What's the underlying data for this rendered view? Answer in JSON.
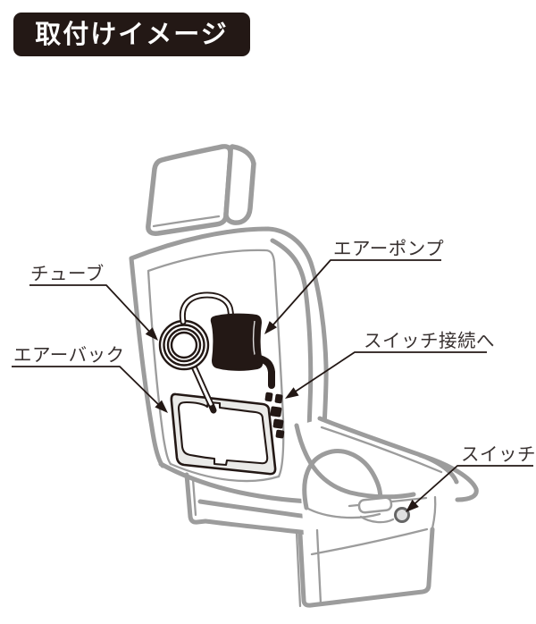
{
  "title": "取付けイメージ",
  "labels": {
    "tube": "チューブ",
    "air_pump": "エアーポンプ",
    "air_bag": "エアーバック",
    "switch_connection": "スイッチ接続へ",
    "switch": "スイッチ"
  },
  "colors": {
    "ink": "#231815",
    "seat_outline": "#9c9c9c",
    "label_text": "#383130",
    "air_bag_fill": "#eaeae8",
    "title_bg": "#231815",
    "title_text": "#ffffff"
  }
}
